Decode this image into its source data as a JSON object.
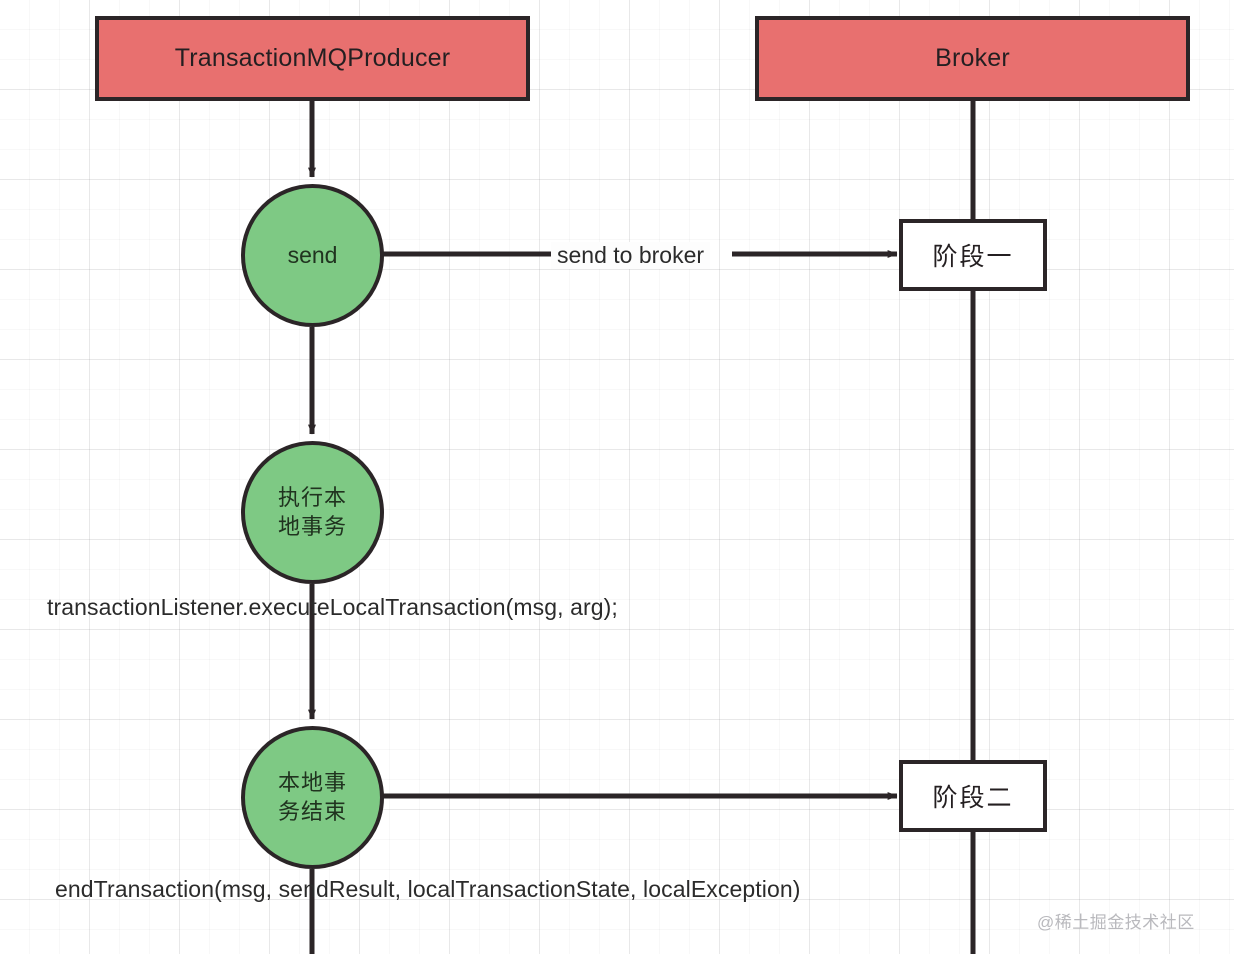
{
  "diagram": {
    "title": "RocketMQ transactional message flow",
    "colors": {
      "participant_fill": "#e8706f",
      "state_fill": "#7ec984",
      "stroke": "#2b2527",
      "stage_fill": "#ffffff",
      "text": "#241f21",
      "watermark": "#b9b9bd",
      "grid": "#96969b"
    },
    "participants": [
      {
        "id": "producer",
        "label": "TransactionMQProducer"
      },
      {
        "id": "broker",
        "label": "Broker"
      }
    ],
    "states": [
      {
        "id": "send",
        "lines": [
          "send"
        ]
      },
      {
        "id": "exec-local",
        "lines": [
          "执行本",
          "地事务"
        ]
      },
      {
        "id": "local-end",
        "lines": [
          "本地事",
          "务结束"
        ]
      }
    ],
    "stages": [
      {
        "id": "stage-one",
        "label": "阶段一"
      },
      {
        "id": "stage-two",
        "label": "阶段二"
      }
    ],
    "edge_labels": [
      {
        "id": "send-to-broker",
        "label": "send to broker"
      }
    ],
    "notes": [
      {
        "id": "execute-local",
        "text": "transactionListener.executeLocalTransaction(msg, arg);"
      },
      {
        "id": "end-transaction",
        "text": "endTransaction(msg, sendResult, localTransactionState, localException)"
      }
    ],
    "watermark": "@稀土掘金技术社区"
  }
}
